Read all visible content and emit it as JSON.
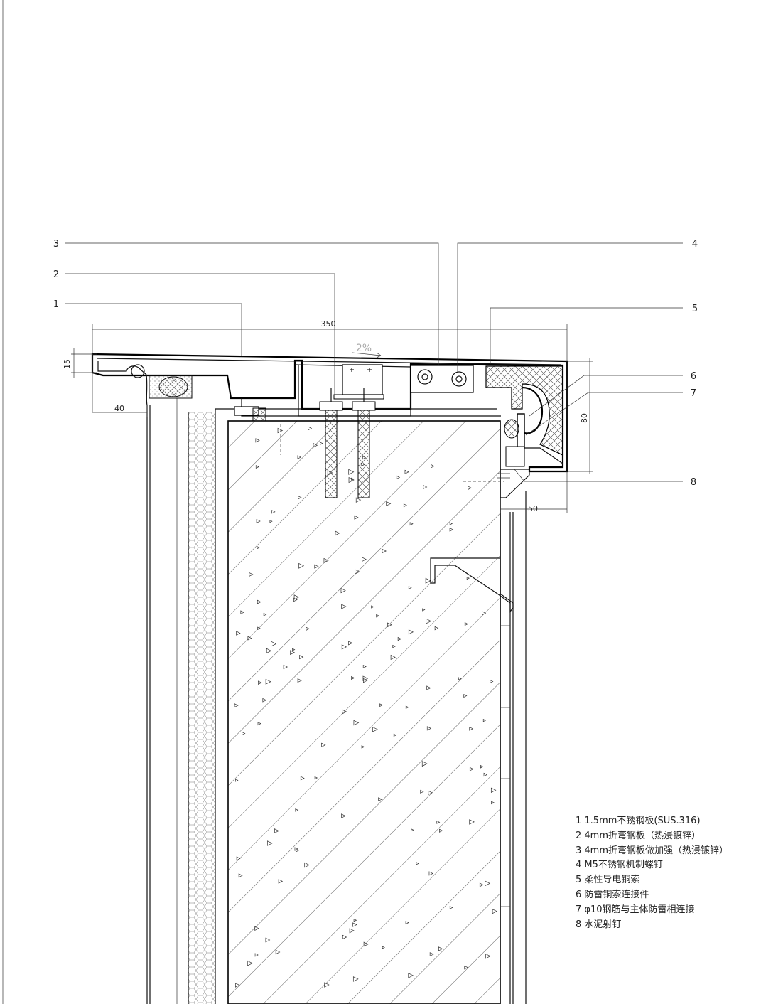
{
  "callouts": [
    {
      "num": "1"
    },
    {
      "num": "2"
    },
    {
      "num": "3"
    },
    {
      "num": "4"
    },
    {
      "num": "5"
    },
    {
      "num": "6"
    },
    {
      "num": "7"
    },
    {
      "num": "8"
    }
  ],
  "dimensions": {
    "width_top": "350",
    "height_left": "15",
    "offset_left": "40",
    "height_right": "80",
    "offset_right": "50",
    "slope": "2%"
  },
  "legend": [
    "1 1.5mm不锈钢板(SUS.316)",
    "2 4mm折弯钢板（热浸镀锌）",
    "3 4mm折弯钢板做加强（热浸镀锌）",
    "4 M5不锈钢机制螺钉",
    "5 柔性导电铜索",
    "6 防雷铜索连接件",
    "7 φ10钢筋与主体防雷相连接",
    "8 水泥射钉"
  ]
}
